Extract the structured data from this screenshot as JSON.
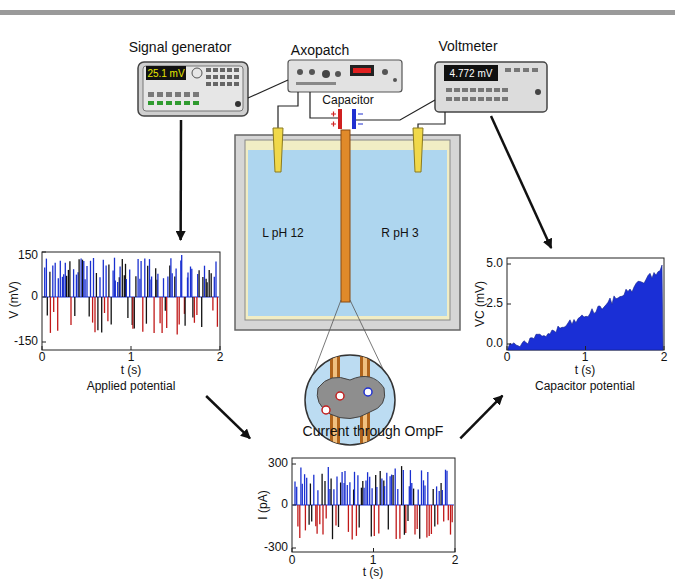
{
  "diagram": {
    "nodes": [
      {
        "text": [
          "Signal generator",
          "25.1 mV"
        ]
      },
      {
        "text": [
          "Axopatch"
        ]
      },
      {
        "text": [
          "Voltmeter",
          "4.772 mV"
        ]
      },
      {
        "text": [
          "L pH 12",
          "R pH 3"
        ]
      },
      {
        "text": [
          "150",
          "0",
          "-150",
          "V (mV)",
          "0",
          "1",
          "2",
          "t (s)",
          "Applied potential"
        ]
      },
      {
        "text": [
          "5.0",
          "2.5",
          "0.0",
          "VC (mV)",
          "0",
          "1",
          "2",
          "t (s)",
          "Capacitor potential"
        ]
      },
      {
        "text": [
          "Current through OmpF",
          "300",
          "0",
          "-300",
          "I (pA)",
          "0",
          "1",
          "2",
          "t (s)"
        ]
      }
    ],
    "edges": [
      {
        "from": 0,
        "to": 4,
        "arrow": "to"
      },
      {
        "from": 4,
        "to": 6,
        "arrow": "to"
      },
      {
        "from": 6,
        "to": 5,
        "arrow": "to"
      },
      {
        "from": 2,
        "to": 5,
        "arrow": "to"
      }
    ],
    "labels": [
      "Capacitor"
    ]
  }
}
